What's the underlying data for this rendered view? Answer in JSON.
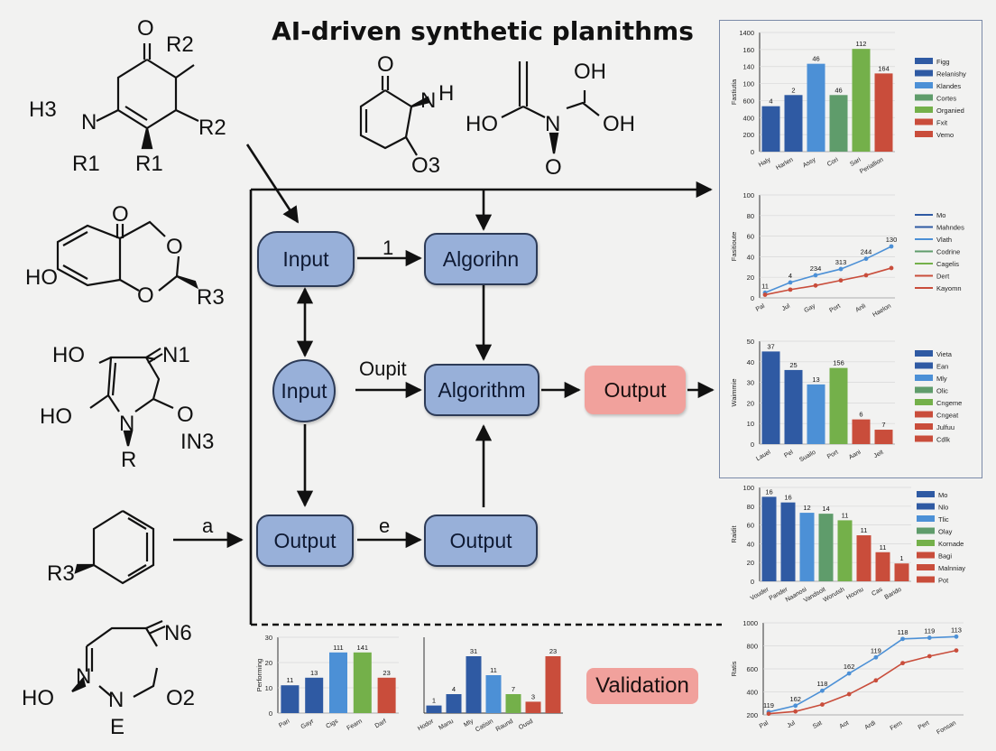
{
  "title": "AI-driven synthetic planithms",
  "molecules": {
    "m1": {
      "o": "O",
      "r2_top": "R2",
      "h3n": "H3",
      "n": "N",
      "r2_right": "R2",
      "r1_left": "R1",
      "r1_mid": "R1"
    },
    "m2": {
      "o": "O",
      "n": "N",
      "h": "H",
      "o3": "O3"
    },
    "m3": {
      "oh_top": "OH",
      "ho": "HO",
      "n": "N",
      "oh_right": "OH",
      "o": "O"
    },
    "m4": {
      "o_top": "O",
      "o_ring1": "O",
      "ho": "HO",
      "o_ring2": "O",
      "r3": "R3"
    },
    "m5": {
      "ho1": "HO",
      "n1": "N1",
      "ho2": "HO",
      "n": "N",
      "o": "O",
      "in3": "IN3",
      "r": "R"
    },
    "m6": {
      "r3": "R3"
    },
    "m7": {
      "ne": "N6",
      "n1": "N",
      "ho": "HO",
      "n2": "N",
      "o2": "O2",
      "e": "E"
    }
  },
  "nodes": {
    "input1": "Input",
    "algo1": "Algorihn",
    "input2": "Input",
    "algo2": "Algorithm",
    "output_red": "Output",
    "output1": "Output",
    "output2": "Output"
  },
  "edge_labels": {
    "e1": "1",
    "oupit": "Oupit",
    "a": "a",
    "e": "e"
  },
  "validation": "Validation",
  "colors": {
    "node_fill": "#98b0d9",
    "node_border": "#2d3b57",
    "output_fill": "#f1a19c",
    "blue_dark": "#2f5aa3",
    "blue_light": "#4c90d6",
    "green_dark": "#5f9c6b",
    "green_light": "#74b04a",
    "red": "#c94d3b"
  },
  "chart_data": [
    {
      "id": "c1",
      "type": "bar",
      "categories": [
        "Haly",
        "Harlen",
        "Assy",
        "Cori",
        "Sari"
      ],
      "values": [
        610,
        760,
        1180,
        760,
        1380
      ],
      "extra_bar": {
        "category": "Periallion",
        "value": 1050
      },
      "bar_labels": [
        "4",
        "2",
        "46",
        "46",
        "112",
        "164"
      ],
      "ylim": [
        0,
        1600
      ],
      "yticks": [
        "0",
        "200",
        "400",
        "600",
        "100",
        "140",
        "160",
        "1400"
      ],
      "ylabel": "Fastiutia",
      "legend": [
        "Figg",
        "Relanishy",
        "Klandes",
        "Cortes",
        "Organied",
        "Fxit",
        "Vemo"
      ]
    },
    {
      "id": "c2",
      "type": "line",
      "categories": [
        "Pal",
        "Jul",
        "Gay",
        "Port",
        "Anli",
        "Haelon"
      ],
      "series": [
        {
          "values": [
            5,
            15,
            22,
            28,
            38,
            50
          ]
        },
        {
          "values": [
            3,
            8,
            12,
            17,
            22,
            29
          ]
        }
      ],
      "point_labels": [
        "11",
        "4",
        "234",
        "313",
        "244",
        "130"
      ],
      "ylim": [
        0,
        100
      ],
      "yticks": [
        "0",
        "20",
        "40",
        "60",
        "80",
        "100"
      ],
      "ylabel": "Fasitioute",
      "legend": [
        "Mo",
        "Mahndes",
        "Vlath",
        "Codrine",
        "Cagelis",
        "Dert",
        "Kayomn"
      ]
    },
    {
      "id": "c3",
      "type": "bar",
      "categories": [
        "Lauel",
        "Pel",
        "Suailo",
        "Port",
        "Aani",
        "Jeit"
      ],
      "values": [
        45,
        36,
        29,
        37,
        12,
        7
      ],
      "bar_labels": [
        "37",
        "25",
        "13",
        "156",
        "6",
        "7"
      ],
      "ylim": [
        0,
        50
      ],
      "yticks": [
        "0",
        "10",
        "20",
        "30",
        "40",
        "50"
      ],
      "ylabel": "Waimmie",
      "legend": [
        "Vieta",
        "Ean",
        "Mly",
        "Olic",
        "Cngeme",
        "Cngeat",
        "Julfuu",
        "Cdlk"
      ]
    },
    {
      "id": "c4",
      "type": "bar",
      "categories": [
        "Vouder",
        "Pander",
        "Naanosi",
        "Vandsoit",
        "Worutsh",
        "Hoonu",
        "Cas",
        "Barido"
      ],
      "values": [
        90,
        84,
        73,
        72,
        65,
        49,
        31,
        19
      ],
      "bar_labels": [
        "16",
        "16",
        "12",
        "14",
        "11",
        "11",
        "11",
        "1"
      ],
      "ylim": [
        0,
        100
      ],
      "yticks": [
        "0",
        "20",
        "40",
        "60",
        "80",
        "100"
      ],
      "ylabel": "Raidit",
      "legend": [
        "Mo",
        "Nlo",
        "Tlic",
        "Olay",
        "Kornade",
        "Bagi",
        "Malnniay",
        "Pot"
      ]
    },
    {
      "id": "c5",
      "type": "bar",
      "categories": [
        "Pari",
        "Gayr",
        "Cigs",
        "Fearn",
        "Darf"
      ],
      "values": [
        11,
        14,
        24,
        24,
        14
      ],
      "bar_labels": [
        "11",
        "13",
        "111",
        "141",
        "23"
      ],
      "ylim": [
        0,
        30
      ],
      "yticks": [
        "0",
        "10",
        "20",
        "30"
      ],
      "ylabel": "Performing"
    },
    {
      "id": "c6",
      "type": "bar",
      "categories": [
        "Hodor",
        "Manu",
        "Mly",
        "Catisin",
        "Raund",
        "Ousd"
      ],
      "values": [
        2,
        5,
        15,
        10,
        5,
        3
      ],
      "extra_bar": {
        "value": 15
      },
      "bar_labels": [
        "1",
        "4",
        "31",
        "11",
        "7",
        "3",
        "23"
      ],
      "ylim": [
        0,
        20
      ]
    },
    {
      "id": "c7",
      "type": "line",
      "categories": [
        "Pal",
        "Jul",
        "Sat",
        "Aot",
        "Ardi",
        "Fern",
        "Pert",
        "Fonsan"
      ],
      "series": [
        {
          "values": [
            225,
            280,
            410,
            560,
            700,
            860,
            870,
            880
          ]
        },
        {
          "values": [
            210,
            230,
            290,
            380,
            500,
            650,
            710,
            760
          ]
        }
      ],
      "point_labels": [
        "119",
        "162",
        "118",
        "162",
        "119",
        "118",
        "119",
        "113",
        "119"
      ],
      "ylim": [
        200,
        1000
      ],
      "yticks": [
        "200",
        "400",
        "600",
        "800",
        "1000"
      ],
      "ylabel": "Ratis"
    }
  ]
}
